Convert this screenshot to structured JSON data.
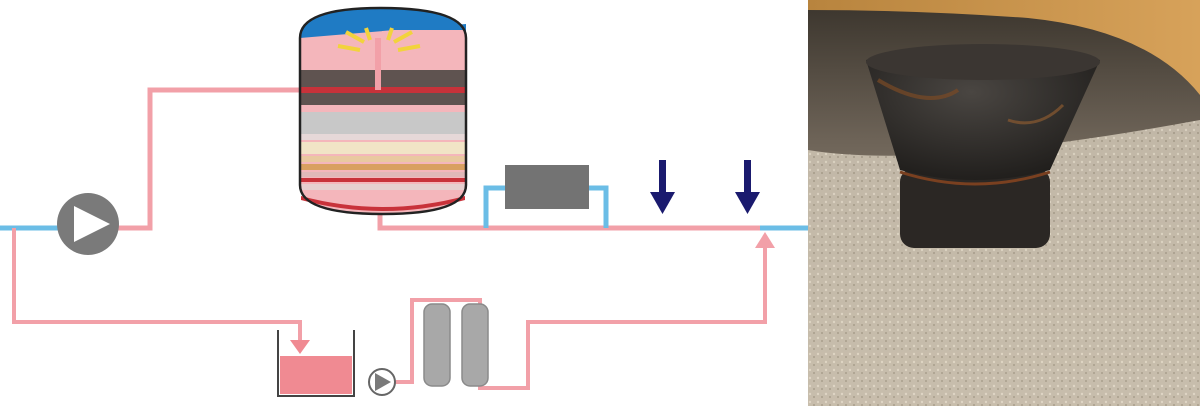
{
  "colors": {
    "pipe_pink": "#f2a0a8",
    "pipe_blue": "#6bbde6",
    "tank_pink": "#f4b6bb",
    "tank_top_blue": "#1f7bc4",
    "tank_outline": "#222222",
    "dark_layer": "#5f5350",
    "red_layer": "#c8323a",
    "gray_layer": "#c8c8c8",
    "cream_layer": "#f1e4c6",
    "pump_gray": "#7a7a7a",
    "box_gray": "#737373",
    "arrow_navy": "#1a1a6e",
    "basin_fill": "#f08a92",
    "cartridge_gray": "#a8a8a8",
    "spray_yellow": "#f2d33c"
  },
  "diagram": {
    "components": [
      {
        "name": "filter-vessel",
        "icon": "pressure-vessel"
      },
      {
        "name": "main-pump",
        "icon": "pump-triangle"
      },
      {
        "name": "bypass-unit",
        "icon": "gray-box"
      },
      {
        "name": "dosing-arrow",
        "icon": "down-arrow",
        "count": 2
      },
      {
        "name": "backwash-basin",
        "icon": "tank-open"
      },
      {
        "name": "transfer-pump",
        "icon": "pump-triangle"
      },
      {
        "name": "cartridge-filters",
        "icon": "twin-cartridge"
      }
    ]
  },
  "photo": {
    "subject": "funnel-shaped-distributor-in-sand"
  }
}
